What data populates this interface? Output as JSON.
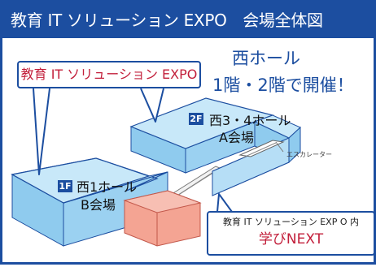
{
  "header": {
    "title": "教育 IT ソリューション EXPO　会場全体図"
  },
  "west_hall": {
    "title": "西ホール",
    "subtitle": "1階・2階で開催！"
  },
  "callout_expo": {
    "label": "教育 IT ソリューション EXPO"
  },
  "floors": [
    {
      "badge": "2F",
      "line1": "西3・4ホール",
      "line2": "A会場"
    },
    {
      "badge": "1F",
      "line1": "西1ホール",
      "line2": "B会場"
    }
  ],
  "escalator_label": "エスカレーター",
  "callout_next": {
    "line1": "教育 IT ソリューション EXP O 内",
    "line2": "学びNEXT"
  },
  "colors": {
    "accent": "#1c4ea0",
    "highlight_text": "#c21e3a",
    "hall_fill": "#a8d8f4",
    "area_b": "#f4a493"
  }
}
